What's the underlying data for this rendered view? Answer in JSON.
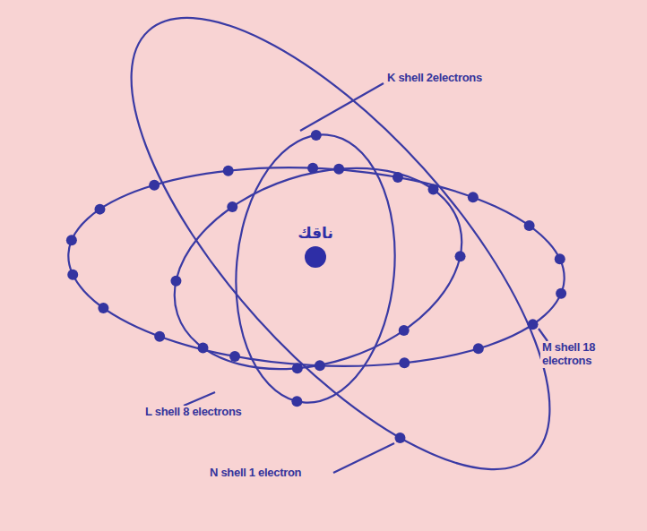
{
  "diagram": {
    "nodes": [
      {
        "text": [
          "ناقك"
        ]
      }
    ],
    "labels": [
      "K shell 2electrons",
      "L shell 8 electrons",
      "M shell 18 electrons",
      "N shell 1 electron"
    ]
  }
}
